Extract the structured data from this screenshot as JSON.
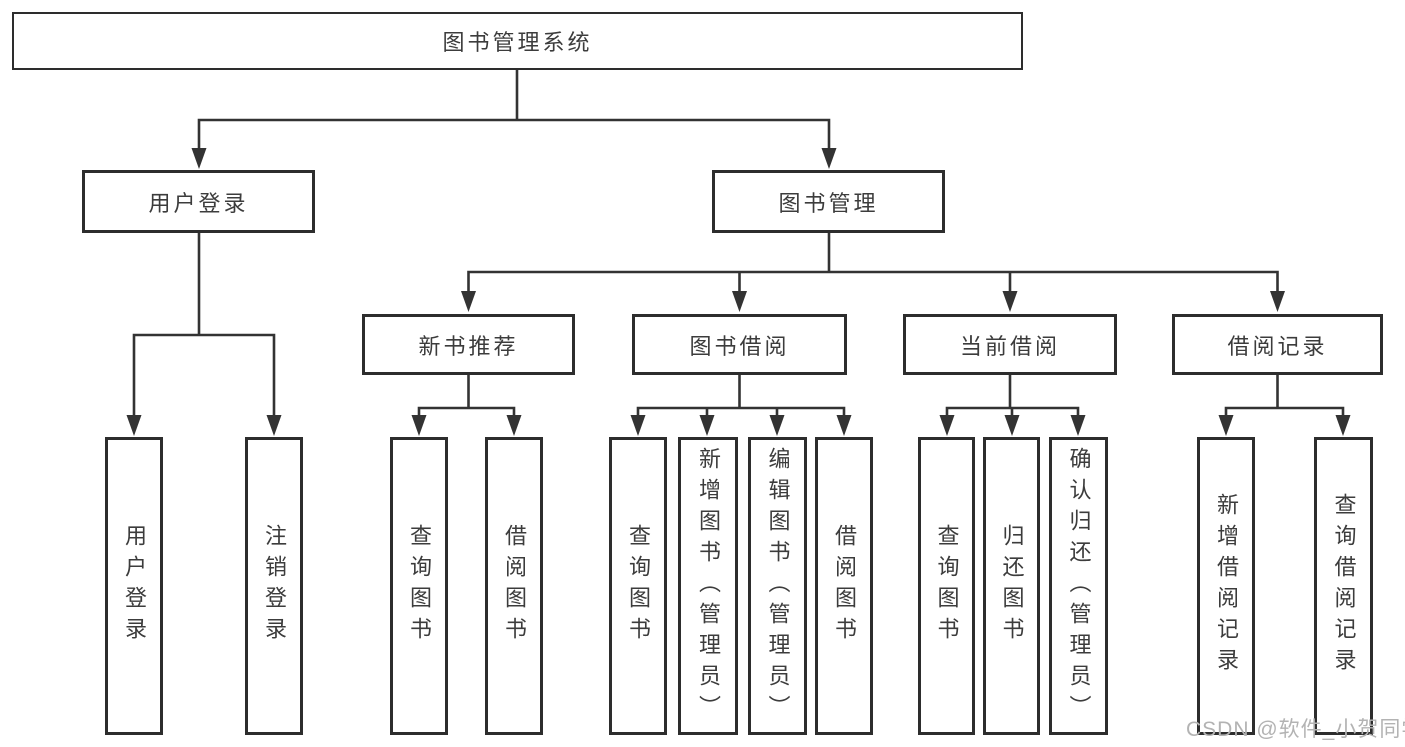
{
  "watermark": "CSDN @软件_小贺同学",
  "colors": {
    "line": "#333333",
    "border": "#2d2d2d",
    "text": "#3c3c3c",
    "background": "#ffffff",
    "watermark": "#b3b3b3"
  },
  "chart_data": {
    "type": "tree-diagram",
    "title": "图书管理系统"
  },
  "tree": {
    "label": "图书管理系统",
    "children": [
      {
        "label": "用户登录",
        "children": [
          {
            "label": "用户登录"
          },
          {
            "label": "注销登录"
          }
        ]
      },
      {
        "label": "图书管理",
        "children": [
          {
            "label": "新书推荐",
            "children": [
              {
                "label": "查询图书"
              },
              {
                "label": "借阅图书"
              }
            ]
          },
          {
            "label": "图书借阅",
            "children": [
              {
                "label": "查询图书"
              },
              {
                "label": "新增图书（管理员）"
              },
              {
                "label": "编辑图书（管理员）"
              },
              {
                "label": "借阅图书"
              }
            ]
          },
          {
            "label": "当前借阅",
            "children": [
              {
                "label": "查询图书"
              },
              {
                "label": "归还图书"
              },
              {
                "label": "确认归还（管理员）"
              }
            ]
          },
          {
            "label": "借阅记录",
            "children": [
              {
                "label": "新增借阅记录"
              },
              {
                "label": "查询借阅记录"
              }
            ]
          }
        ]
      }
    ]
  }
}
